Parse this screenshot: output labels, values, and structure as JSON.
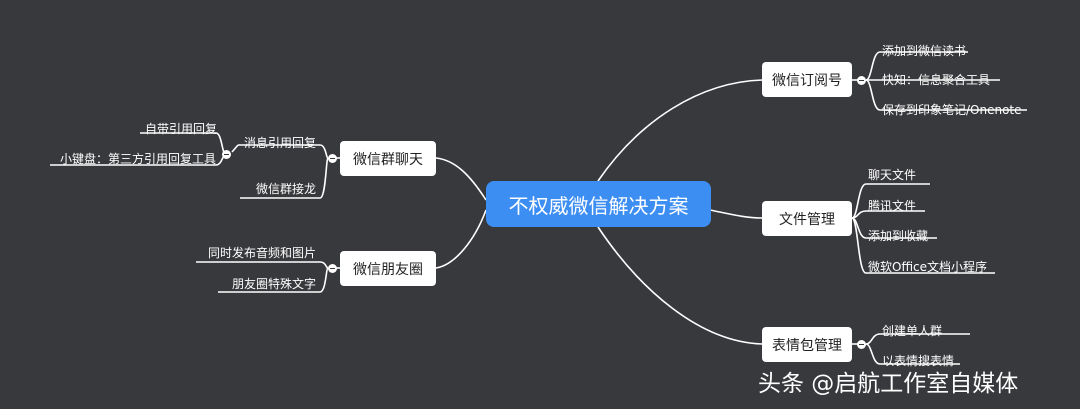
{
  "root": "不权威微信解决方案",
  "branches": {
    "subscription": {
      "label": "微信订阅号",
      "items": [
        "添加到微信读书",
        "快知：信息聚合工具",
        "保存到印象笔记/Onenote"
      ]
    },
    "files": {
      "label": "文件管理",
      "items": [
        "聊天文件",
        "腾讯文件",
        "添加到收藏",
        "微软Office文档小程序"
      ]
    },
    "stickers": {
      "label": "表情包管理",
      "items": [
        "创建单人群",
        "以表情搜表情"
      ]
    },
    "group_chat": {
      "label": "微信群聊天",
      "sub_label": "消息引用回复",
      "sub_items": [
        "自带引用回复",
        "小键盘：第三方引用回复工具"
      ],
      "items": [
        "微信群接龙"
      ]
    },
    "moments": {
      "label": "微信朋友圈",
      "items": [
        "同时发布音频和图片",
        "朋友圈特殊文字"
      ]
    }
  },
  "watermark": "头条 @启航工作室自媒体"
}
